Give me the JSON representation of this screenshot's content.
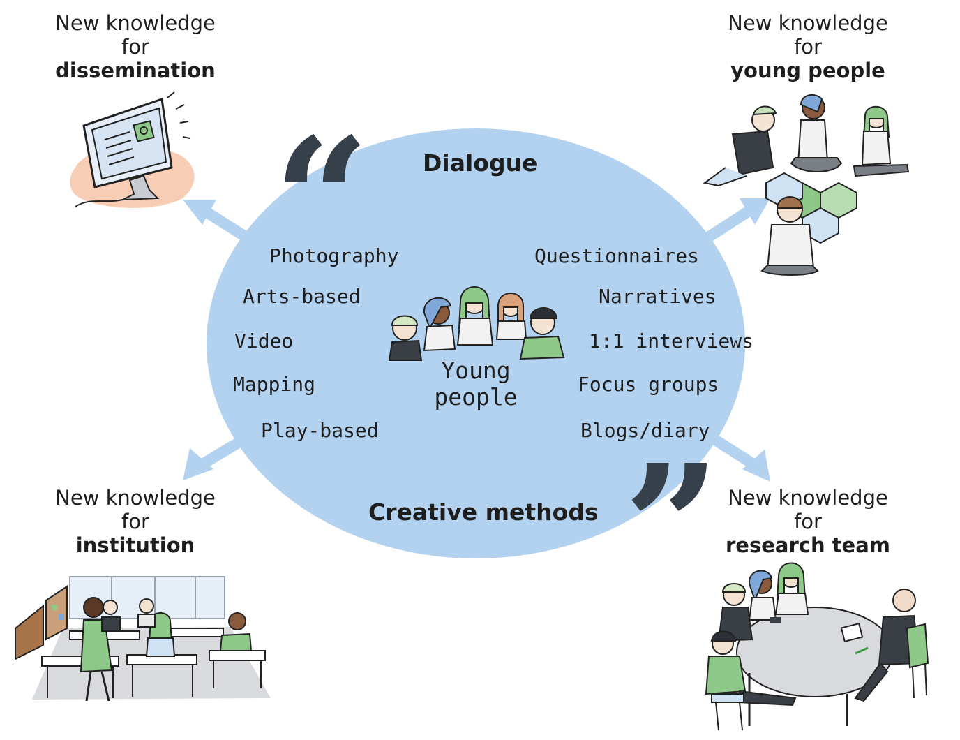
{
  "diagram": {
    "top_label": "Dialogue",
    "bottom_label": "Creative methods",
    "center": {
      "line1": "Young",
      "line2": "people"
    },
    "methods_left": [
      "Photography",
      "Arts-based",
      "Video",
      "Mapping",
      "Play-based"
    ],
    "methods_right": [
      "Questionnaires",
      "Narratives",
      "1:1 interviews",
      "Focus groups",
      "Blogs/diary"
    ],
    "corners": {
      "top_left": {
        "line1": "New knowledge",
        "line2": "for",
        "bold": "dissemination"
      },
      "top_right": {
        "line1": "New knowledge",
        "line2": "for",
        "bold": "young people"
      },
      "bottom_left": {
        "line1": "New knowledge",
        "line2": "for",
        "bold": "institution"
      },
      "bottom_right": {
        "line1": "New knowledge",
        "line2": "for",
        "bold": "research team"
      }
    },
    "colors": {
      "ellipse": "#b3d2ef",
      "arrow": "#b3d2ef",
      "quote": "#36404a",
      "text": "#1e1e1e"
    }
  }
}
